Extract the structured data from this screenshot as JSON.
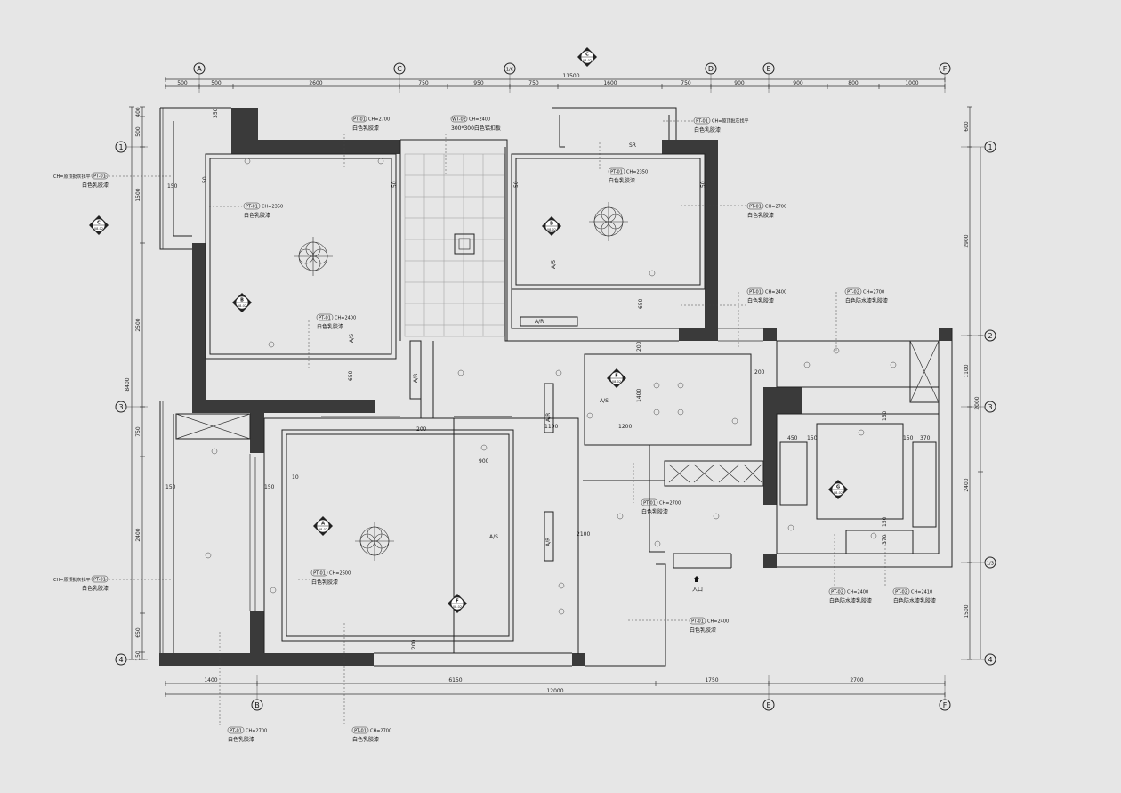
{
  "axes": {
    "top": [
      "A",
      "C",
      "1/C",
      "D",
      "E",
      "F"
    ],
    "bottom": [
      "B",
      "E",
      "F"
    ],
    "left": [
      "1",
      "3",
      "4"
    ],
    "right": [
      "1",
      "2",
      "3",
      "1/3",
      "4"
    ]
  },
  "dimensions": {
    "top_segments": [
      "500",
      "500",
      "2600",
      "750",
      "950",
      "750",
      "1600",
      "750",
      "900",
      "900",
      "800",
      "1000"
    ],
    "top_total": "11500",
    "bottom_segments": [
      "1400",
      "6150",
      "1750",
      "2700"
    ],
    "bottom_total": "12000",
    "left_segments": [
      "400",
      "500",
      "1500",
      "2500",
      "750",
      "2400",
      "650",
      "150"
    ],
    "left_total": "8400",
    "right_segments": [
      "600",
      "2900",
      "1100",
      "2400",
      "1500"
    ],
    "right_sub": "2000",
    "inner": [
      "350",
      "150",
      "50",
      "50",
      "650",
      "650",
      "150",
      "200",
      "10",
      "150",
      "900",
      "1100",
      "1200",
      "1400",
      "200",
      "200",
      "200",
      "2100",
      "450",
      "150",
      "150",
      "370",
      "150",
      "370",
      "150",
      "50",
      "50"
    ]
  },
  "ceiling_labels": [
    {
      "code": "PT-01",
      "height": "CH=2700",
      "finish": "白色乳胶漆"
    },
    {
      "code": "WT-02",
      "height": "CH=2400",
      "finish": "300*300白色铝扣板"
    },
    {
      "code": "PT-01",
      "height": "CH=原顶批灰找平",
      "finish": "白色乳胶漆"
    },
    {
      "code": "PT-01",
      "height": "CH=原顶批灰找平",
      "finish": "白色乳胶漆"
    },
    {
      "code": "PT-01",
      "height": "CH=2350",
      "finish": "白色乳胶漆"
    },
    {
      "code": "PT-01",
      "height": "CH=2350",
      "finish": "白色乳胶漆"
    },
    {
      "code": "PT-01",
      "height": "CH=2700",
      "finish": "白色乳胶漆"
    },
    {
      "code": "PT-01",
      "height": "CH=2400",
      "finish": "白色乳胶漆"
    },
    {
      "code": "PT-01",
      "height": "CH=2400",
      "finish": "白色乳胶漆"
    },
    {
      "code": "PT-02",
      "height": "CH=2700",
      "finish": "白色防水漆乳胶漆"
    },
    {
      "code": "PT-01",
      "height": "CH=2700",
      "finish": "白色乳胶漆"
    },
    {
      "code": "PT-01",
      "height": "CH=原顶批灰找平",
      "finish": "白色乳胶漆"
    },
    {
      "code": "PT-01",
      "height": "CH=2600",
      "finish": "白色乳胶漆"
    },
    {
      "code": "PT-01",
      "height": "CH=2400",
      "finish": "白色乳胶漆"
    },
    {
      "code": "PT-02",
      "height": "CH=2400",
      "finish": "白色防水漆乳胶漆"
    },
    {
      "code": "PT-02",
      "height": "CH=2410",
      "finish": "白色防水漆乳胶漆"
    },
    {
      "code": "PT-01",
      "height": "CH=2700",
      "finish": "白色乳胶漆"
    },
    {
      "code": "PT-01",
      "height": "CH=2700",
      "finish": "白色乳胶漆"
    }
  ],
  "markers": [
    {
      "letter": "C",
      "ref": "08-02"
    },
    {
      "letter": "C",
      "ref": "08-02"
    },
    {
      "letter": "B",
      "ref": "08-02"
    },
    {
      "letter": "B",
      "ref": "08-02"
    },
    {
      "letter": "F",
      "ref": "08-02"
    },
    {
      "letter": "A",
      "ref": "08-02"
    },
    {
      "letter": "F",
      "ref": "08-02"
    },
    {
      "letter": "G",
      "ref": "08-02"
    }
  ],
  "annotations": {
    "ac": "A/S",
    "ar": "A/R",
    "sr": "SR",
    "entrance": "入口"
  }
}
